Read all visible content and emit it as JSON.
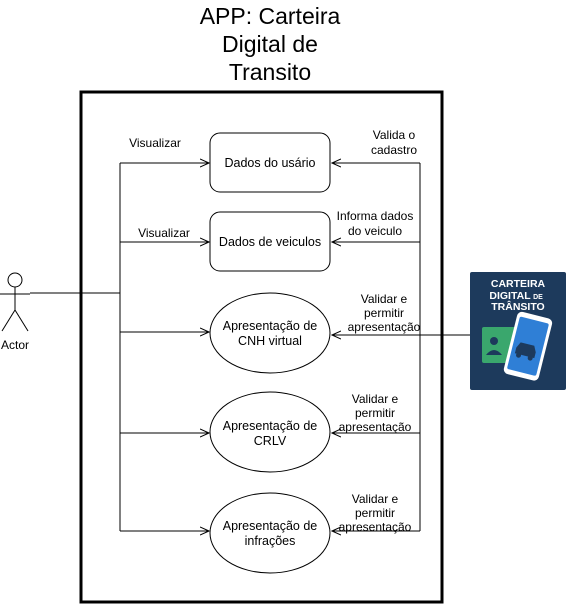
{
  "title": {
    "line1": "APP: Carteira",
    "line2": "Digital de",
    "line3": "Transito"
  },
  "actor": {
    "label": "Actor"
  },
  "use_cases": [
    {
      "line1": "Dados do usário",
      "line2": ""
    },
    {
      "line1": "Dados de veiculos",
      "line2": ""
    },
    {
      "line1": "Apresentação de",
      "line2": "CNH virtual"
    },
    {
      "line1": "Apresentação de",
      "line2": "CRLV"
    },
    {
      "line1": "Apresentação de",
      "line2": "infrações"
    }
  ],
  "left_labels": [
    "Visualizar",
    "Visualizar"
  ],
  "right_labels": [
    {
      "line1": "Valida o",
      "line2": "cadastro",
      "line3": ""
    },
    {
      "line1": "Informa dados",
      "line2": "do veiculo",
      "line3": ""
    },
    {
      "line1": "Validar e",
      "line2": "permitir",
      "line3": "apresentação"
    },
    {
      "line1": "Validar e",
      "line2": "permitir",
      "line3": "apresentação"
    },
    {
      "line1": "Validar e",
      "line2": "permitir",
      "line3": "apresentação"
    }
  ],
  "logo": {
    "line1": "CARTEIRA",
    "line2a": "DIGITAL",
    "line2b": "DE",
    "line3": "TRÂNSITO"
  },
  "colors": {
    "logo_bg": "#1d3a5c",
    "logo_green": "#3aa76d",
    "phone_blue": "#2f7fd6"
  }
}
